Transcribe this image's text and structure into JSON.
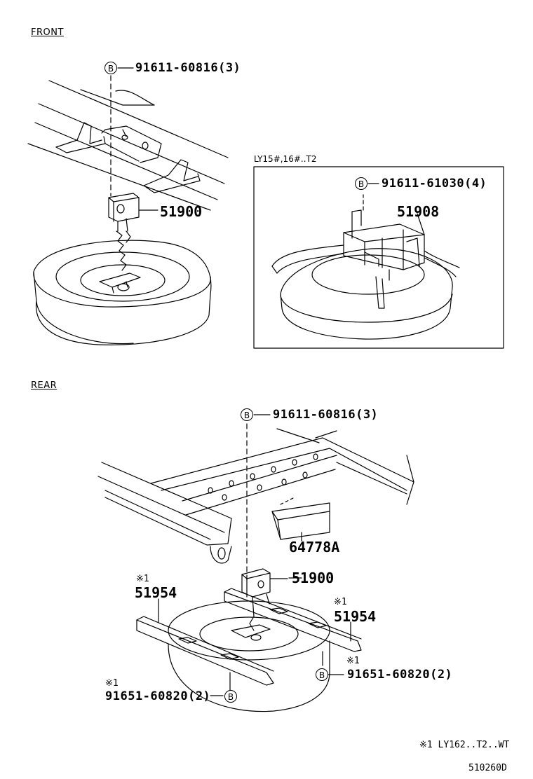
{
  "sections": {
    "front": "FRONT",
    "rear": "REAR"
  },
  "inset": {
    "title": "LY15#,16#..T2"
  },
  "bubble_letter": "B",
  "callouts": {
    "front_bolt": "91611-60816(3)",
    "front_hanger": "51900",
    "inset_bolt": "91611-61030(4)",
    "inset_carrier": "51908",
    "rear_bolt": "91611-60816(3)",
    "rear_bracket": "64778A",
    "rear_hanger": "51900",
    "rear_rail_left_mark": "※1",
    "rear_rail_left": "51954",
    "rear_rail_right_mark": "※1",
    "rear_rail_right": "51954",
    "rear_bolt_right_mark": "※1",
    "rear_bolt_right": "91651-60820(2)",
    "rear_bolt_left_mark": "※1",
    "rear_bolt_left": "91651-60820(2)"
  },
  "footnote": "※1 LY162..T2..WT",
  "diagram_code": "510260D"
}
